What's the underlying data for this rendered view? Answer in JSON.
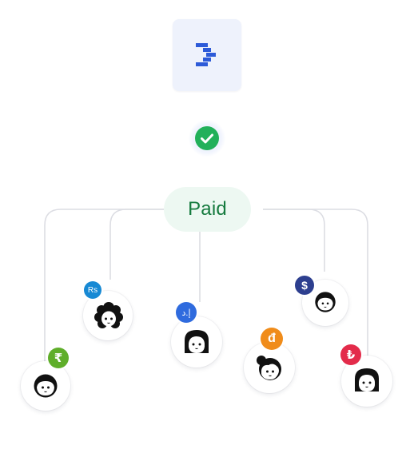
{
  "status": {
    "label": "Paid",
    "check_icon": "check-circle-icon",
    "color": "#22b05a"
  },
  "logo": {
    "icon": "stacked-bars-logo-icon",
    "color": "#2d5bd8"
  },
  "recipients": [
    {
      "currency_glyph": "₹",
      "currency": "rupee",
      "badge_color": "#5fae2a",
      "avatar": "face-short-hair-icon"
    },
    {
      "currency_glyph": "Rs",
      "currency": "pakistani-rupee",
      "badge_color": "#1789d4",
      "avatar": "face-curly-hair-icon"
    },
    {
      "currency_glyph": "إ.د",
      "currency": "dirham",
      "badge_color": "#2f6bde",
      "avatar": "face-long-hair-icon"
    },
    {
      "currency_glyph": "đ",
      "currency": "dong",
      "badge_color": "#f08c1a",
      "avatar": "face-bun-hair-icon"
    },
    {
      "currency_glyph": "$",
      "currency": "dollar",
      "badge_color": "#2d3f8f",
      "avatar": "face-short-hair-icon"
    },
    {
      "currency_glyph": "₺",
      "currency": "lira",
      "badge_color": "#e32b4a",
      "avatar": "face-long-hair-icon"
    }
  ]
}
